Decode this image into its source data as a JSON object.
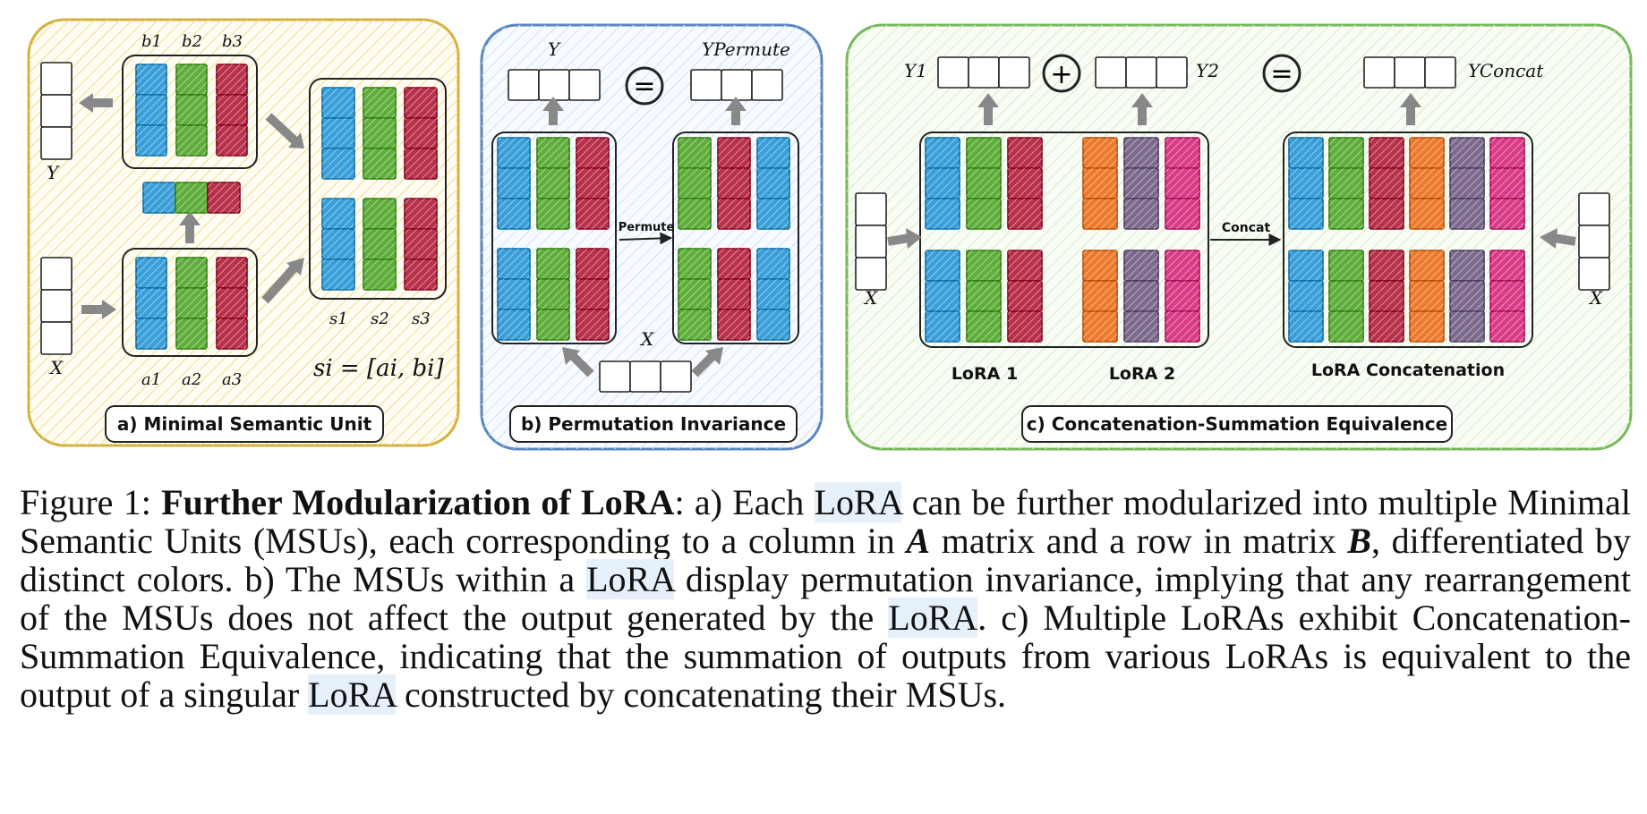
{
  "panels": {
    "a": {
      "title": "a) Minimal Semantic Unit",
      "b_labels": [
        "b1",
        "b2",
        "b3"
      ],
      "a_labels": [
        "a1",
        "a2",
        "a3"
      ],
      "s_labels": [
        "s1",
        "s2",
        "s3"
      ],
      "y_label": "Y",
      "x_label": "X",
      "equation": "si = [ai, bi]"
    },
    "b": {
      "title": "b) Permutation Invariance",
      "y_label": "Y",
      "y_permute_label": "YPermute",
      "x_label": "X",
      "arrow_label": "Permute",
      "equals_symbol": "="
    },
    "c": {
      "title": "c) Concatenation-Summation Equivalence",
      "y1_label": "Y1",
      "y2_label": "Y2",
      "yconcat_label": "YConcat",
      "plus_symbol": "+",
      "equals_symbol": "=",
      "x_label": "X",
      "x_label_right": "X",
      "arrow_label": "Concat",
      "lora1_label": "LoRA 1",
      "lora2_label": "LoRA 2",
      "concat_label": "LoRA Concatenation"
    }
  },
  "colors": {
    "blue": "#3a9fd8",
    "green": "#5fae3c",
    "red": "#b8304a",
    "orange": "#ec7a2c",
    "purple": "#7c6a8c",
    "pink": "#d83c86",
    "panel_a_border": "#d4b13c",
    "panel_b_border": "#5a86c0",
    "panel_c_border": "#74b95a"
  },
  "caption": {
    "figure_label": "Figure 1:",
    "bold_title": "Further Modularization of LoRA",
    "parts": [
      ": a) Each ",
      "LoRA",
      " can be further modularized into multiple Minimal Semantic Units (MSUs), each corresponding to a column in ",
      "A",
      " matrix and a row in matrix ",
      "B",
      ", differentiated by distinct colors.  b) The MSUs within a ",
      "LoRA",
      " display permutation invariance, implying that any rearrangement of the MSUs does not affect the output generated by the ",
      "LoRA",
      ". c) Multiple LoRAs exhibit Concatenation-Summation Equivalence, indicating that the summation of outputs from various LoRAs is equivalent to the output of a singular ",
      "LoRA",
      " constructed by concatenating their MSUs."
    ]
  }
}
